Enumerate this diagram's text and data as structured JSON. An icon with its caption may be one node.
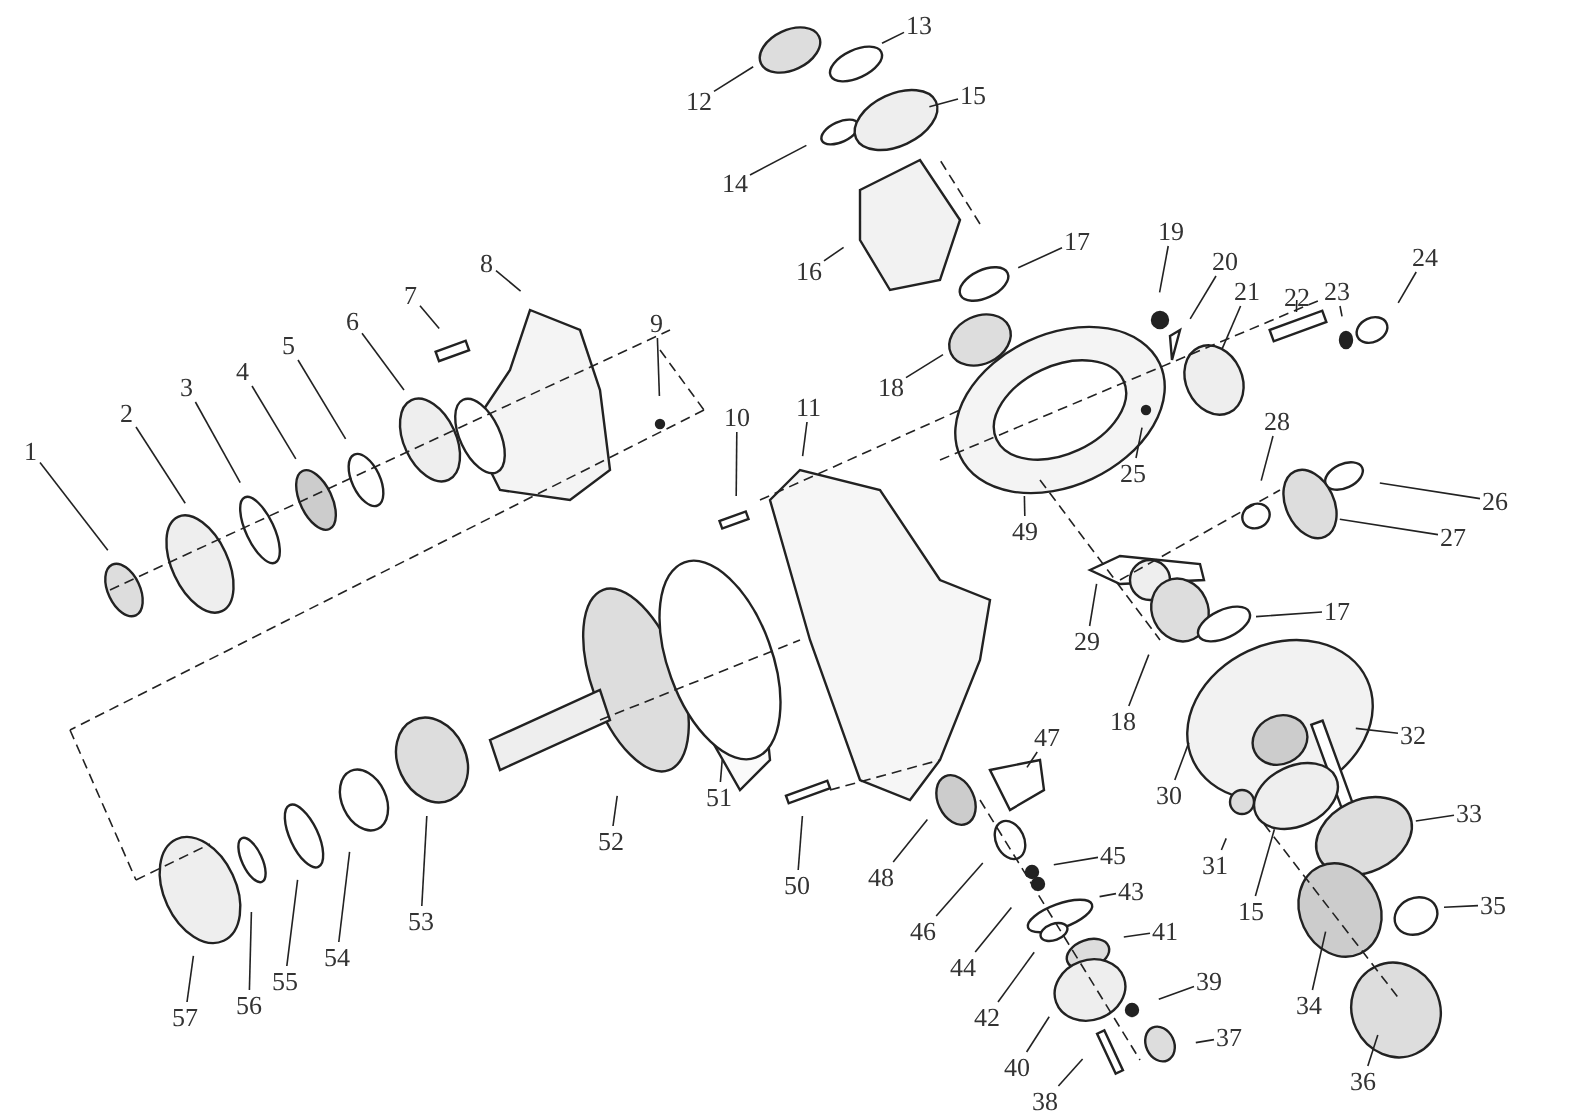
{
  "diagram": {
    "nodes": [
      {
        "text": [
          "1"
        ]
      },
      {
        "text": [
          "2"
        ]
      },
      {
        "text": [
          "3"
        ]
      },
      {
        "text": [
          "4"
        ]
      },
      {
        "text": [
          "5"
        ]
      },
      {
        "text": [
          "6"
        ]
      },
      {
        "text": [
          "7"
        ]
      },
      {
        "text": [
          "8"
        ]
      },
      {
        "text": [
          "9"
        ]
      },
      {
        "text": [
          "10"
        ]
      },
      {
        "text": [
          "11"
        ]
      },
      {
        "text": [
          "12"
        ]
      },
      {
        "text": [
          "13"
        ]
      },
      {
        "text": [
          "14"
        ]
      },
      {
        "text": [
          "15"
        ]
      },
      {
        "text": [
          "16"
        ]
      },
      {
        "text": [
          "17"
        ]
      },
      {
        "text": [
          "18"
        ]
      },
      {
        "text": [
          "19"
        ]
      },
      {
        "text": [
          "20"
        ]
      },
      {
        "text": [
          "21"
        ]
      },
      {
        "text": [
          "22"
        ]
      },
      {
        "text": [
          "23"
        ]
      },
      {
        "text": [
          "24"
        ]
      },
      {
        "text": [
          "25"
        ]
      },
      {
        "text": [
          "26"
        ]
      },
      {
        "text": [
          "27"
        ]
      },
      {
        "text": [
          "28"
        ]
      },
      {
        "text": [
          "29"
        ]
      },
      {
        "text": [
          "17"
        ]
      },
      {
        "text": [
          "18"
        ]
      },
      {
        "text": [
          "30"
        ]
      },
      {
        "text": [
          "31"
        ]
      },
      {
        "text": [
          "15"
        ]
      },
      {
        "text": [
          "32"
        ]
      },
      {
        "text": [
          "33"
        ]
      },
      {
        "text": [
          "34"
        ]
      },
      {
        "text": [
          "35"
        ]
      },
      {
        "text": [
          "36"
        ]
      },
      {
        "text": [
          "37"
        ]
      },
      {
        "text": [
          "38"
        ]
      },
      {
        "text": [
          "39"
        ]
      },
      {
        "text": [
          "40"
        ]
      },
      {
        "text": [
          "41"
        ]
      },
      {
        "text": [
          "42"
        ]
      },
      {
        "text": [
          "43"
        ]
      },
      {
        "text": [
          "44"
        ]
      },
      {
        "text": [
          "45"
        ]
      },
      {
        "text": [
          "46"
        ]
      },
      {
        "text": [
          "47"
        ]
      },
      {
        "text": [
          "48"
        ]
      },
      {
        "text": [
          "49"
        ]
      },
      {
        "text": [
          "50"
        ]
      },
      {
        "text": [
          "51"
        ]
      },
      {
        "text": [
          "52"
        ]
      },
      {
        "text": [
          "53"
        ]
      },
      {
        "text": [
          "54"
        ]
      },
      {
        "text": [
          "55"
        ]
      },
      {
        "text": [
          "56"
        ]
      },
      {
        "text": [
          "57"
        ]
      }
    ],
    "edges": [
      {
        "from": 0,
        "to": null,
        "arrow": "none"
      },
      {
        "from": 1,
        "to": null,
        "arrow": "none"
      },
      {
        "from": 2,
        "to": null,
        "arrow": "none"
      },
      {
        "from": 3,
        "to": null,
        "arrow": "none"
      },
      {
        "from": 4,
        "to": null,
        "arrow": "none"
      },
      {
        "from": 5,
        "to": null,
        "arrow": "none"
      },
      {
        "from": 6,
        "to": null,
        "arrow": "none"
      },
      {
        "from": 7,
        "to": null,
        "arrow": "none"
      },
      {
        "from": 8,
        "to": null,
        "arrow": "none"
      },
      {
        "from": 9,
        "to": null,
        "arrow": "none"
      },
      {
        "from": 10,
        "to": null,
        "arrow": "none"
      },
      {
        "from": 11,
        "to": null,
        "arrow": "none"
      },
      {
        "from": 12,
        "to": null,
        "arrow": "none"
      },
      {
        "from": 13,
        "to": null,
        "arrow": "none"
      },
      {
        "from": 14,
        "to": null,
        "arrow": "none"
      },
      {
        "from": 15,
        "to": null,
        "arrow": "none"
      },
      {
        "from": 16,
        "to": null,
        "arrow": "none"
      },
      {
        "from": 17,
        "to": null,
        "arrow": "none"
      },
      {
        "from": 18,
        "to": null,
        "arrow": "none"
      },
      {
        "from": 19,
        "to": null,
        "arrow": "none"
      },
      {
        "from": 20,
        "to": null,
        "arrow": "none"
      },
      {
        "from": 21,
        "to": null,
        "arrow": "none"
      },
      {
        "from": 22,
        "to": null,
        "arrow": "none"
      },
      {
        "from": 23,
        "to": null,
        "arrow": "none"
      },
      {
        "from": 24,
        "to": null,
        "arrow": "none"
      },
      {
        "from": 25,
        "to": null,
        "arrow": "none"
      },
      {
        "from": 26,
        "to": null,
        "arrow": "none"
      },
      {
        "from": 27,
        "to": null,
        "arrow": "none"
      },
      {
        "from": 28,
        "to": null,
        "arrow": "none"
      },
      {
        "from": 29,
        "to": null,
        "arrow": "none"
      },
      {
        "from": 30,
        "to": null,
        "arrow": "none"
      },
      {
        "from": 31,
        "to": null,
        "arrow": "none"
      },
      {
        "from": 32,
        "to": null,
        "arrow": "none"
      },
      {
        "from": 33,
        "to": null,
        "arrow": "none"
      },
      {
        "from": 34,
        "to": null,
        "arrow": "none"
      },
      {
        "from": 35,
        "to": null,
        "arrow": "none"
      },
      {
        "from": 36,
        "to": null,
        "arrow": "none"
      },
      {
        "from": 37,
        "to": null,
        "arrow": "none"
      },
      {
        "from": 38,
        "to": null,
        "arrow": "none"
      },
      {
        "from": 39,
        "to": null,
        "arrow": "none"
      },
      {
        "from": 40,
        "to": null,
        "arrow": "none"
      },
      {
        "from": 41,
        "to": null,
        "arrow": "none"
      },
      {
        "from": 42,
        "to": null,
        "arrow": "none"
      },
      {
        "from": 43,
        "to": null,
        "arrow": "none"
      },
      {
        "from": 44,
        "to": null,
        "arrow": "none"
      },
      {
        "from": 45,
        "to": null,
        "arrow": "none"
      },
      {
        "from": 46,
        "to": null,
        "arrow": "none"
      },
      {
        "from": 47,
        "to": null,
        "arrow": "none"
      },
      {
        "from": 48,
        "to": null,
        "arrow": "none"
      },
      {
        "from": 49,
        "to": null,
        "arrow": "none"
      },
      {
        "from": 50,
        "to": null,
        "arrow": "none"
      },
      {
        "from": 51,
        "to": null,
        "arrow": "none"
      },
      {
        "from": 52,
        "to": null,
        "arrow": "none"
      },
      {
        "from": 53,
        "to": null,
        "arrow": "none"
      },
      {
        "from": 54,
        "to": null,
        "arrow": "none"
      },
      {
        "from": 55,
        "to": null,
        "arrow": "none"
      },
      {
        "from": 56,
        "to": null,
        "arrow": "none"
      },
      {
        "from": 57,
        "to": null,
        "arrow": "none"
      },
      {
        "from": 58,
        "to": null,
        "arrow": "none"
      },
      {
        "from": 59,
        "to": null,
        "arrow": "none"
      }
    ]
  }
}
